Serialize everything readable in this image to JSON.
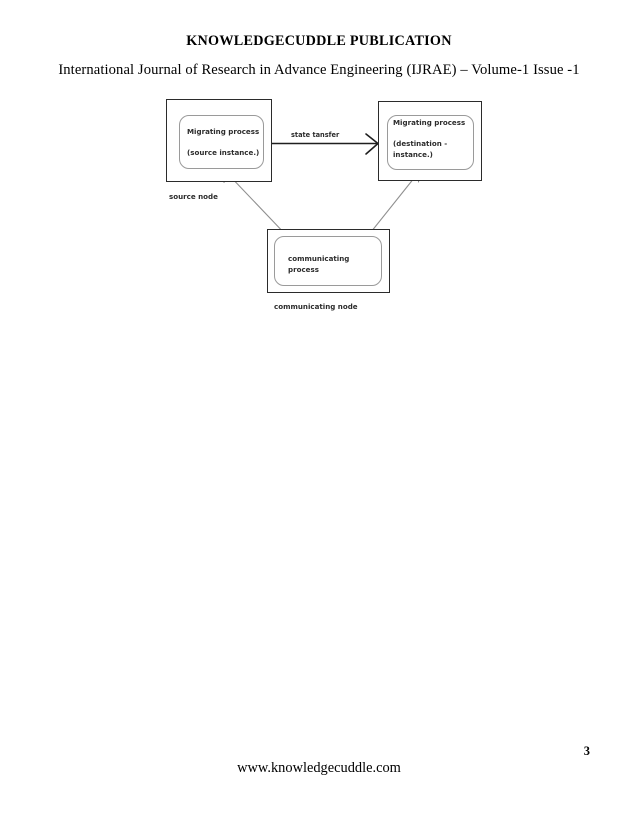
{
  "header": {
    "publication": "KNOWLEDGECUDDLE PUBLICATION",
    "journal_line": "International Journal of Research in Advance Engineering (IJRAE) – Volume-1 Issue -1"
  },
  "figure": {
    "source_node": {
      "process_text": "Migrating process\n\n(source instance.)",
      "node_label": "source node"
    },
    "destination_node": {
      "process_text": "Migrating process\n\n(destination -\n  instance.)",
      "node_label": ""
    },
    "communicating_node": {
      "process_text": "communicating process",
      "node_label": "communicating node"
    },
    "edges": {
      "state_transfer_label": "state tansfer"
    }
  },
  "footer": {
    "url": "www.knowledgecuddle.com",
    "page_number": "3"
  },
  "colors": {
    "text": "#000000",
    "diagram_stroke": "#2b2b2b",
    "inner_stroke": "#9a9a9a",
    "arrow_gray": "#8f8f8f",
    "background": "#ffffff"
  }
}
